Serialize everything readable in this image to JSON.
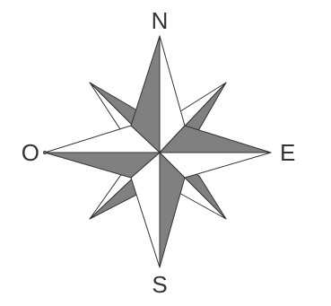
{
  "compass": {
    "labels": {
      "north": "N",
      "east": "E",
      "south": "S",
      "west": "O"
    },
    "colors": {
      "dark": "#808080",
      "light": "#ffffff",
      "stroke": "#333333",
      "text": "#333333",
      "background": "#ffffff"
    }
  }
}
